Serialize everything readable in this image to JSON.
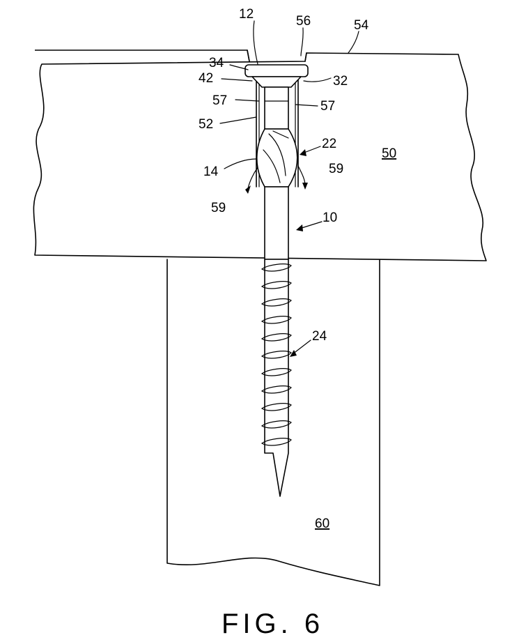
{
  "figure": {
    "caption": "FIG. 6",
    "labels": {
      "l12": "12",
      "l56": "56",
      "l54": "54",
      "l34": "34",
      "l42": "42",
      "l32": "32",
      "l57a": "57",
      "l57b": "57",
      "l52": "52",
      "l22": "22",
      "l50": "50",
      "l14": "14",
      "l59a": "59",
      "l59b": "59",
      "l10": "10",
      "l24": "24",
      "l60": "60"
    }
  }
}
